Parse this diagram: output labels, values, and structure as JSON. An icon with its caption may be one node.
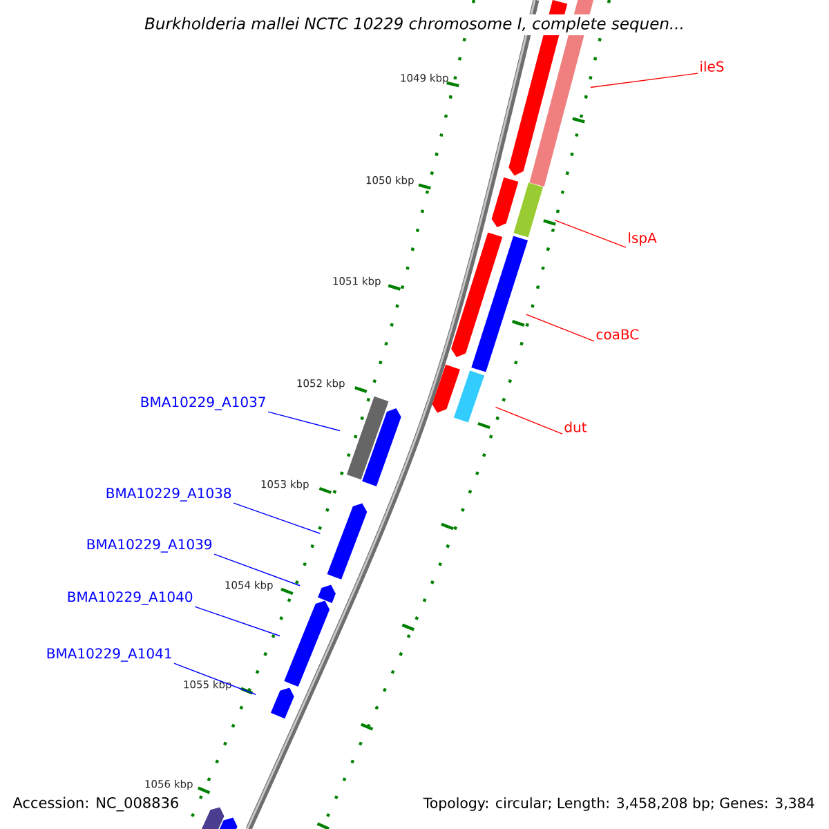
{
  "diagram": {
    "title": "Burkholderia mallei NCTC 10229 chromosome I, complete sequen...",
    "nodes": [
      {
        "text": [
          "ileS"
        ]
      },
      {
        "text": [
          "lspA"
        ]
      },
      {
        "text": [
          "coaBC"
        ]
      },
      {
        "text": [
          "dut"
        ]
      },
      {
        "text": [
          "BMA10229_A1037"
        ]
      },
      {
        "text": [
          "BMA10229_A1038"
        ]
      },
      {
        "text": [
          "BMA10229_A1039"
        ]
      },
      {
        "text": [
          "BMA10229_A1040"
        ]
      },
      {
        "text": [
          "BMA10229_A1041"
        ]
      },
      {
        "text": [],
        "shape": "pentagon"
      },
      {
        "text": [],
        "shape": "bar"
      },
      {
        "text": [],
        "shape": "pentagon"
      },
      {
        "text": [],
        "shape": "bar"
      },
      {
        "text": [],
        "shape": "pentagon"
      },
      {
        "text": [],
        "shape": "bar"
      },
      {
        "text": [],
        "shape": "pentagon"
      },
      {
        "text": [],
        "shape": "bar"
      },
      {
        "text": [],
        "shape": "bar"
      },
      {
        "text": [],
        "shape": "pentagon"
      },
      {
        "text": [],
        "shape": "pentagon"
      },
      {
        "text": [],
        "shape": "pentagon"
      },
      {
        "text": [],
        "shape": "pentagon"
      },
      {
        "text": [],
        "shape": "pentagon"
      },
      {
        "text": [],
        "shape": "pentagon"
      },
      {
        "text": [],
        "shape": "pentagon"
      }
    ],
    "edges": [
      {
        "from": 0,
        "to": 10,
        "arrow": "none",
        "color": "#ff0000"
      },
      {
        "from": 1,
        "to": 12,
        "arrow": "none",
        "color": "#ff0000"
      },
      {
        "from": 2,
        "to": 14,
        "arrow": "none",
        "color": "#ff0000"
      },
      {
        "from": 3,
        "to": 16,
        "arrow": "none",
        "color": "#ff0000"
      },
      {
        "from": 4,
        "to": 17,
        "arrow": "none"
      },
      {
        "from": 5,
        "to": 19,
        "arrow": "none"
      },
      {
        "from": 6,
        "to": 20,
        "arrow": "none"
      },
      {
        "from": 7,
        "to": 21,
        "arrow": "none"
      },
      {
        "from": 8,
        "to": 22,
        "arrow": "none"
      }
    ],
    "labels": [
      "1049 kbp",
      "1050 kbp",
      "1051 kbp",
      "1052 kbp",
      "1053 kbp",
      "1054 kbp",
      "1055 kbp",
      "1056 kbp",
      "Accession: NC_008836",
      "Topology: circular; Length: 3,458,208 bp; Genes: 3,384"
    ]
  }
}
